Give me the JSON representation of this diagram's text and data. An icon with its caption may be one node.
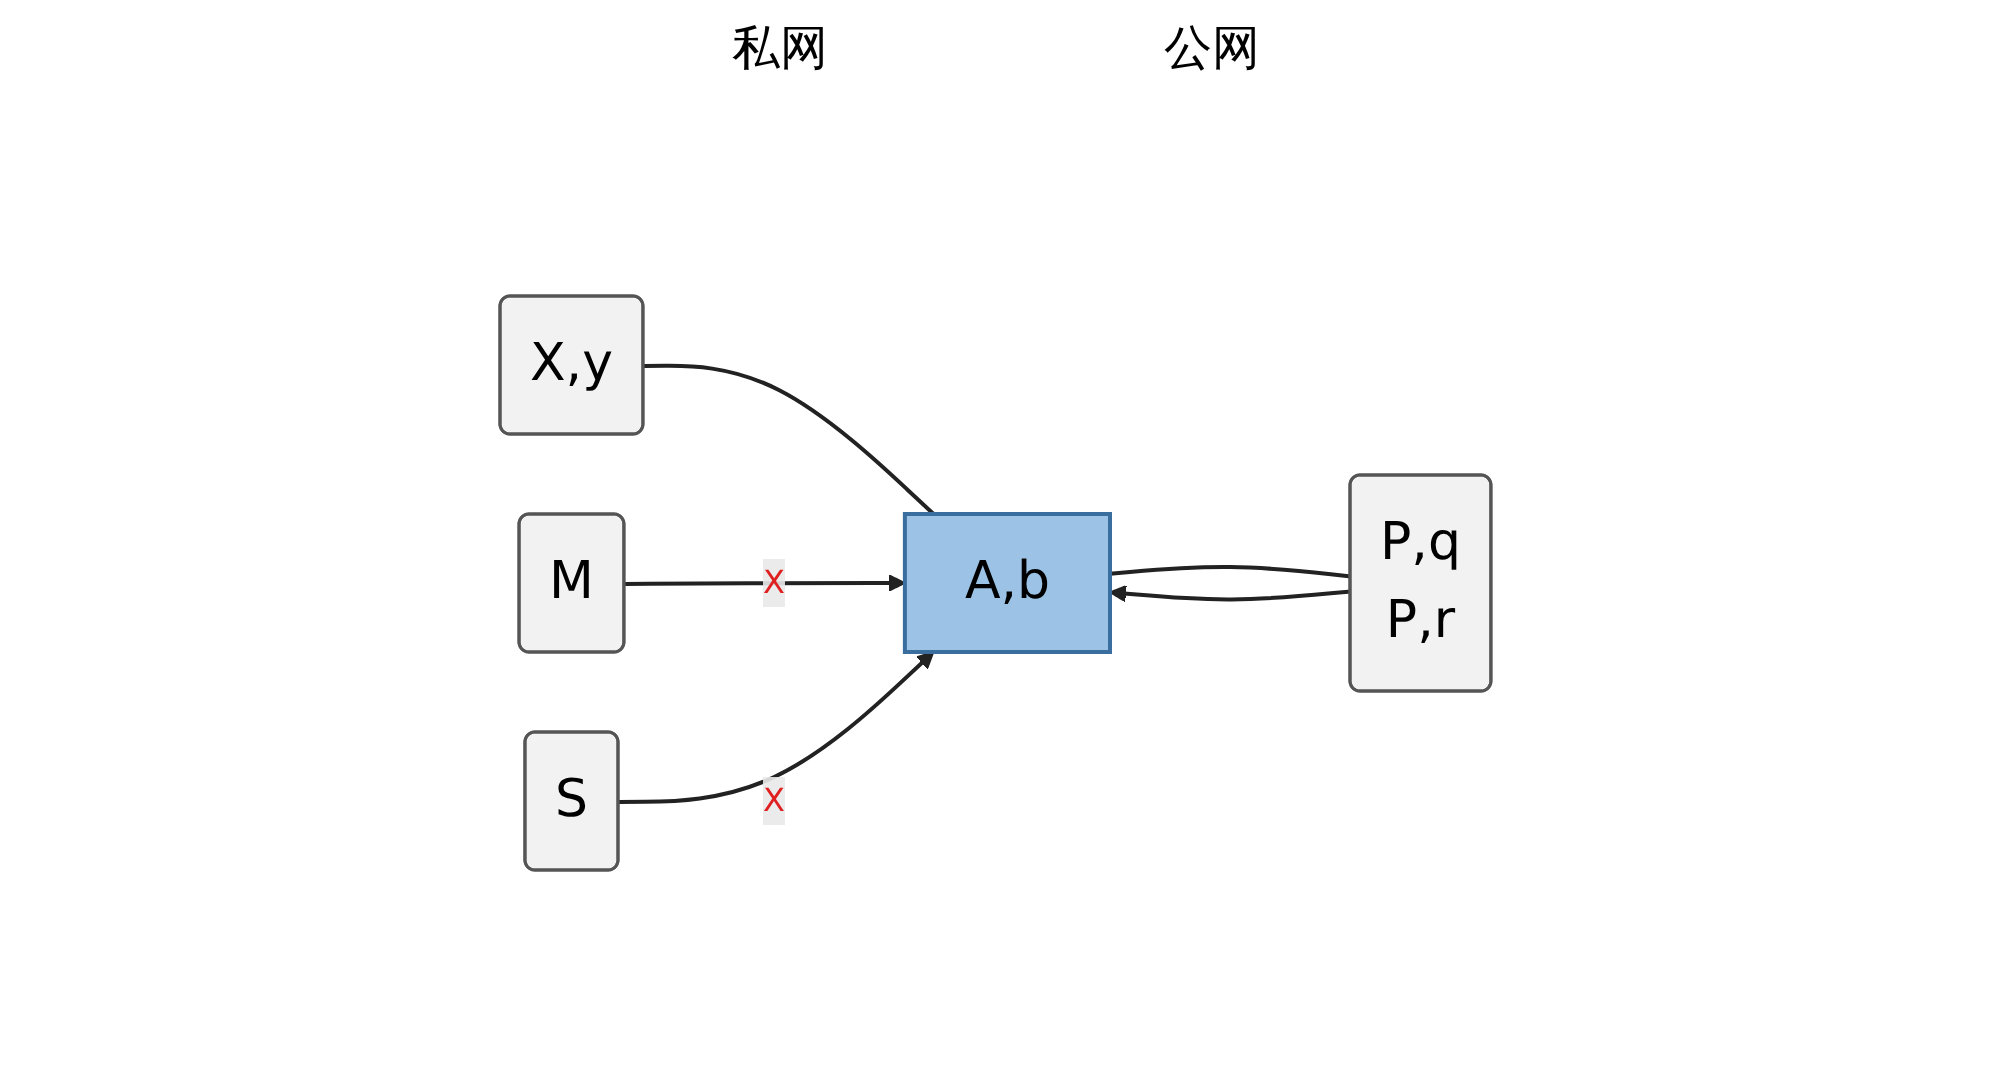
{
  "diagram": {
    "nodes": [
      {
        "text": [
          "X,y"
        ]
      },
      {
        "text": [
          "A,b"
        ]
      },
      {
        "text": [
          "M"
        ]
      },
      {
        "text": [
          "P,q",
          "P,r"
        ]
      },
      {
        "text": [
          "S"
        ]
      }
    ],
    "edges": [
      {
        "from": 0,
        "to": 1,
        "arrow": "none"
      },
      {
        "from": 1,
        "to": 3,
        "arrow": "none"
      },
      {
        "from": 3,
        "to": 1,
        "arrow": "to"
      },
      {
        "from": 2,
        "to": 1,
        "arrow": "to",
        "label": "X"
      },
      {
        "from": 4,
        "to": 1,
        "arrow": "to",
        "label": "X"
      }
    ],
    "labels": [
      "私网",
      "公网"
    ]
  }
}
